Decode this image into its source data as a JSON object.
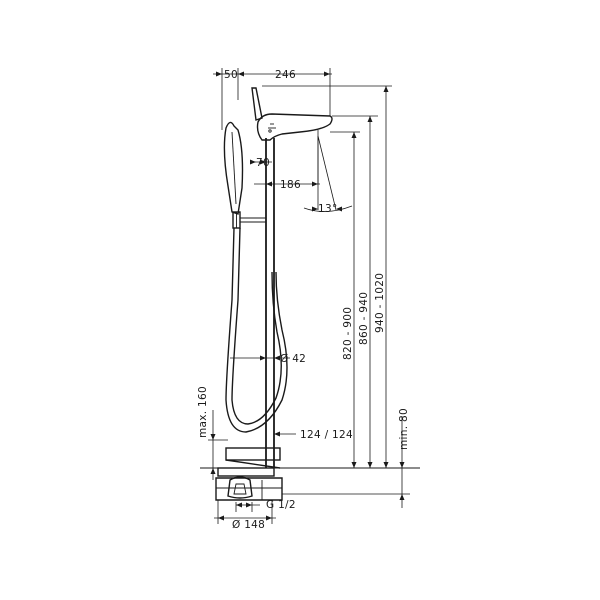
{
  "dimensions": {
    "offset_50": "50",
    "spout_246": "246",
    "angle_70": "70",
    "reach_186": "186",
    "angle_13": "13°",
    "diameter_42": "Ø 42",
    "height_820_900": "820 - 900",
    "height_860_940": "860 - 940",
    "height_940_1020": "940 - 1020",
    "max_160": "max. 160",
    "min_80": "min. 80",
    "base_124": "124 / 124",
    "thread_g12": "G 1/2",
    "diameter_148": "Ø 148"
  }
}
